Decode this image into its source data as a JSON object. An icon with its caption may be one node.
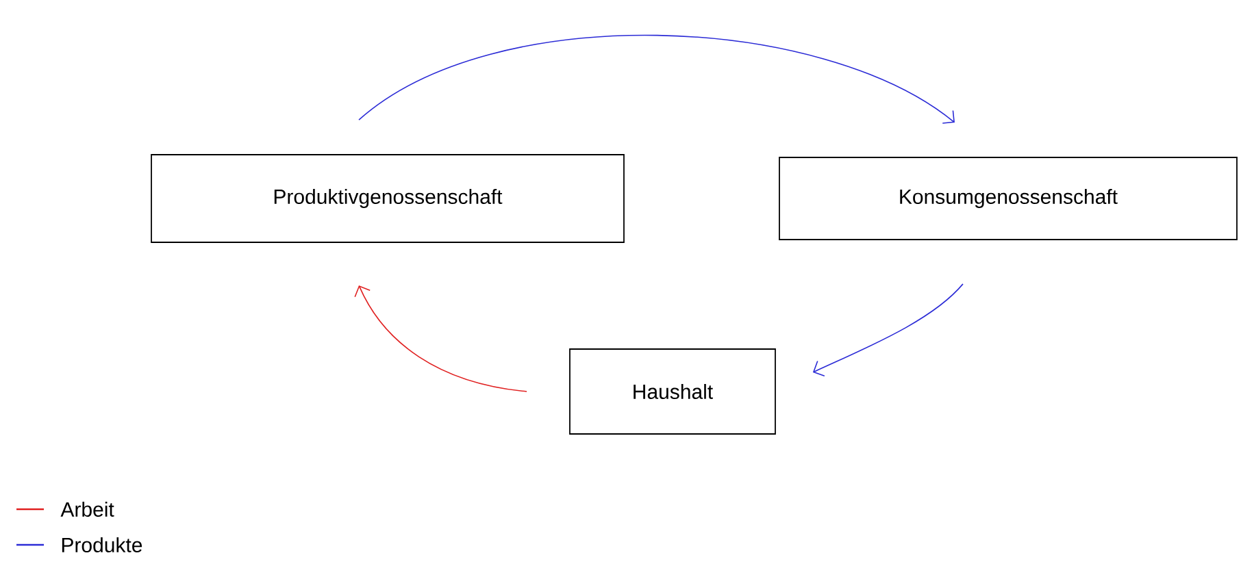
{
  "diagram": {
    "nodes": [
      {
        "text": [
          "Produktivgenossenschaft"
        ]
      },
      {
        "text": [
          "Konsumgenossenschaft"
        ]
      },
      {
        "text": [
          "Haushalt"
        ]
      }
    ],
    "edges": [
      {
        "from": 0,
        "to": 1,
        "arrow": "to",
        "color": "#2b2bd6"
      },
      {
        "from": 1,
        "to": 2,
        "arrow": "to",
        "color": "#2b2bd6"
      },
      {
        "from": 2,
        "to": 0,
        "arrow": "to",
        "color": "#e02020"
      }
    ],
    "legend": [
      {
        "text": "Arbeit",
        "color": "#e02020"
      },
      {
        "text": "Produkte",
        "color": "#2b2bd6"
      }
    ]
  }
}
